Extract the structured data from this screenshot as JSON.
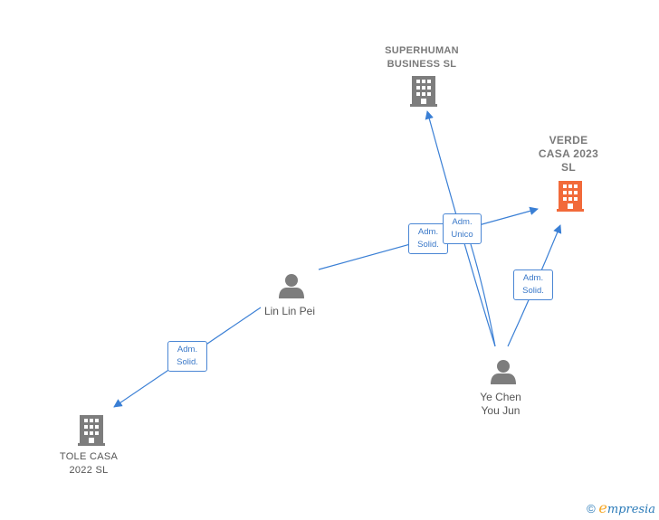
{
  "colors": {
    "edge": "#3a7fd5",
    "company": "#7d7d7d",
    "company_highlight": "#f26a3a",
    "person": "#7d7d7d"
  },
  "nodes": {
    "superhuman": {
      "line1": "SUPERHUMAN",
      "line2": "BUSINESS  SL",
      "icon": "building-icon"
    },
    "verde": {
      "line1": "VERDE",
      "line2": "CASA 2023",
      "line3": "SL",
      "icon": "building-icon"
    },
    "tole": {
      "line1": "TOLE CASA",
      "line2": "2022  SL",
      "icon": "building-icon"
    },
    "linlin": {
      "line1": "Lin Lin Pei",
      "icon": "person-icon"
    },
    "yechen": {
      "line1": "Ye Chen",
      "line2": "You Jun",
      "icon": "person-icon"
    }
  },
  "edges": {
    "lin_verde": {
      "line1": "Adm.",
      "line2": "Solid."
    },
    "ye_super": {
      "line1": "Adm.",
      "line2": "Unico"
    },
    "ye_verde": {
      "line1": "Adm.",
      "line2": "Solid."
    },
    "lin_tole": {
      "line1": "Adm.",
      "line2": "Solid."
    }
  },
  "footer": {
    "copyright": "©",
    "brand_initial": "e",
    "brand_rest": "mpresia"
  }
}
